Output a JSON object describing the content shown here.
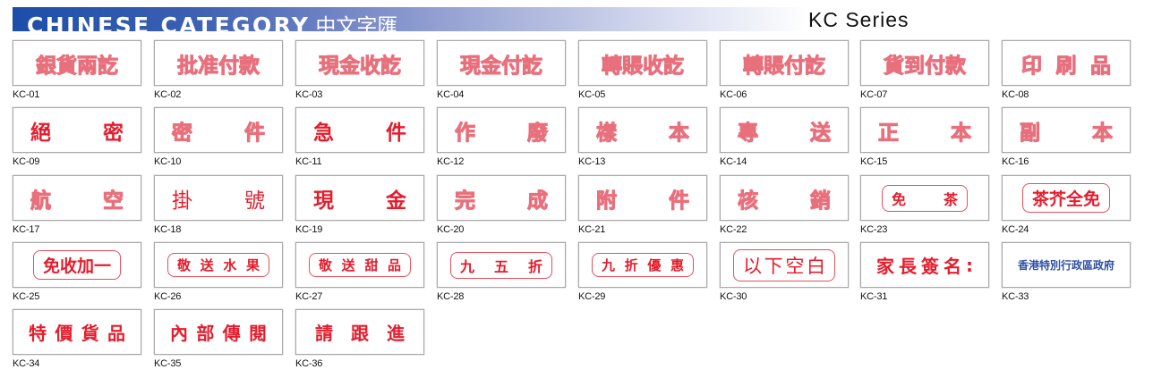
{
  "header": {
    "title_en": "CHINESE CATEGORY",
    "title_zh": "中文字匯",
    "series": "KC Series",
    "banner_color_start": "#1c4ea9",
    "banner_color_end": "#ffffff"
  },
  "colors": {
    "stamp_red": "#e51c2c",
    "outline_red": "#e8707c",
    "stamp_blue": "#2e4fa5",
    "box_border": "#a9a9a9"
  },
  "stamps": [
    {
      "code": "KC-01",
      "text": "銀貨兩訖",
      "style": "outline",
      "spread": false
    },
    {
      "code": "KC-02",
      "text": "批准付款",
      "style": "outline",
      "spread": false
    },
    {
      "code": "KC-03",
      "text": "現金收訖",
      "style": "outline",
      "spread": false
    },
    {
      "code": "KC-04",
      "text": "現金付訖",
      "style": "outline",
      "spread": false
    },
    {
      "code": "KC-05",
      "text": "轉賬收訖",
      "style": "outline",
      "spread": false
    },
    {
      "code": "KC-06",
      "text": "轉賬付訖",
      "style": "outline",
      "spread": false
    },
    {
      "code": "KC-07",
      "text": "貨到付款",
      "style": "outline",
      "spread": false
    },
    {
      "code": "KC-08",
      "text": "印刷品",
      "style": "outline",
      "spread": true
    },
    {
      "code": "KC-09",
      "text": "絕密",
      "style": "solid",
      "spread": true
    },
    {
      "code": "KC-10",
      "text": "密件",
      "style": "outline",
      "spread": true
    },
    {
      "code": "KC-11",
      "text": "急件",
      "style": "solid",
      "spread": true
    },
    {
      "code": "KC-12",
      "text": "作廢",
      "style": "outline",
      "spread": true
    },
    {
      "code": "KC-13",
      "text": "樣本",
      "style": "outline",
      "spread": true
    },
    {
      "code": "KC-14",
      "text": "專送",
      "style": "outline",
      "spread": true
    },
    {
      "code": "KC-15",
      "text": "正本",
      "style": "outline",
      "spread": true
    },
    {
      "code": "KC-16",
      "text": "副本",
      "style": "outline",
      "spread": true
    },
    {
      "code": "KC-17",
      "text": "航空",
      "style": "outline",
      "spread": true
    },
    {
      "code": "KC-18",
      "text": "掛號",
      "style": "solid-thin",
      "spread": true
    },
    {
      "code": "KC-19",
      "text": "現金",
      "style": "solid",
      "spread": true
    },
    {
      "code": "KC-20",
      "text": "完成",
      "style": "outline",
      "spread": true
    },
    {
      "code": "KC-21",
      "text": "附件",
      "style": "outline",
      "spread": true
    },
    {
      "code": "KC-22",
      "text": "核銷",
      "style": "outline",
      "spread": true
    },
    {
      "code": "KC-23",
      "text": "免茶",
      "style": "framed",
      "spread": true
    },
    {
      "code": "KC-24",
      "text": "茶芥全免",
      "style": "framed",
      "spread": false
    },
    {
      "code": "KC-25",
      "text": "免收加一",
      "style": "framed",
      "spread": false
    },
    {
      "code": "KC-26",
      "text": "敬送水果",
      "style": "framed",
      "spread": true
    },
    {
      "code": "KC-27",
      "text": "敬送甜品",
      "style": "framed",
      "spread": true
    },
    {
      "code": "KC-28",
      "text": "九五折",
      "style": "framed",
      "spread": true
    },
    {
      "code": "KC-29",
      "text": "九折優惠",
      "style": "framed",
      "spread": true
    },
    {
      "code": "KC-30",
      "text": "以下空白",
      "style": "framed",
      "spread": true
    },
    {
      "code": "KC-31",
      "text": "家長簽名:",
      "style": "solid",
      "spread": true
    },
    {
      "code": "KC-33",
      "text": "香港特別行政區政府",
      "style": "blue",
      "spread": false
    },
    {
      "code": "KC-34",
      "text": "特價貨品",
      "style": "solid",
      "spread": true
    },
    {
      "code": "KC-35",
      "text": "內部傳閱",
      "style": "solid",
      "spread": true
    },
    {
      "code": "KC-36",
      "text": "請跟進",
      "style": "solid",
      "spread": true
    }
  ]
}
